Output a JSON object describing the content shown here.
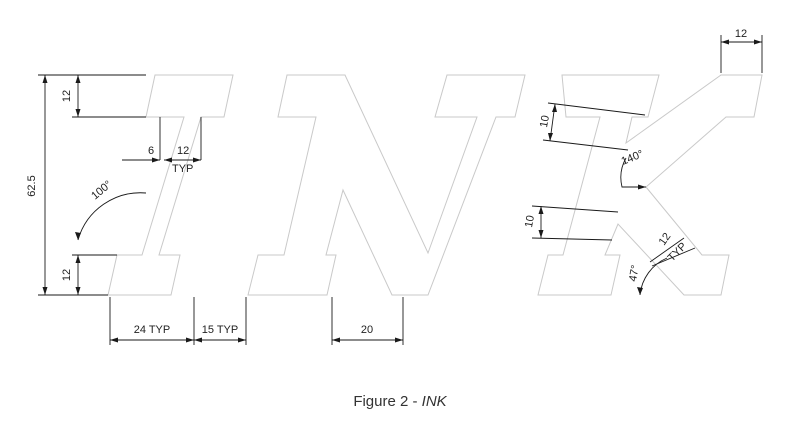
{
  "figure": {
    "caption_prefix": "Figure 2 - ",
    "caption_word": "INK"
  },
  "dimensions": {
    "height_total": "62.5",
    "serif_height_top": "12",
    "serif_height_bottom": "12",
    "overhang": "6",
    "stem_width": "12",
    "stem_typ": "TYP",
    "angle_i": "100°",
    "serif_length": "24 TYP",
    "letter_gap": "15 TYP",
    "n_offset": "20",
    "k_top_serif": "12",
    "k_arm_offset_upper": "10",
    "k_arm_angle": "140°",
    "k_arm_offset_lower": "10",
    "k_leg_width": "12",
    "k_leg_typ": "TYP",
    "k_leg_angle": "47°"
  },
  "colors": {
    "outline": "#c9c9c9",
    "dimension": "#1a1a1a"
  }
}
